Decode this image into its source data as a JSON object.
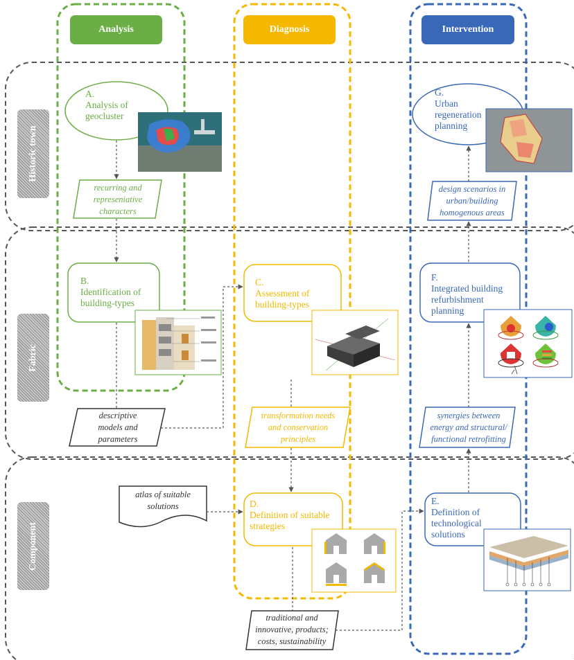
{
  "columns": {
    "analysis": {
      "label": "Analysis",
      "color": "#6aae45"
    },
    "diagnosis": {
      "label": "Diagnosis",
      "color": "#f5b800"
    },
    "intervention": {
      "label": "Intervention",
      "color": "#3a68b8"
    }
  },
  "rows": {
    "historic_town": "Historic town",
    "fabric": "Fabric",
    "component": "Component"
  },
  "nodes": {
    "a": {
      "letter": "A.",
      "title_l1": "Analysis of",
      "title_l2": "geocluster"
    },
    "b": {
      "letter": "B.",
      "title_l1": "Identification of",
      "title_l2": "building-types"
    },
    "c": {
      "letter": "C.",
      "title_l1": "Assessment of",
      "title_l2": "building-types"
    },
    "d": {
      "letter": "D.",
      "title_l1": "Definition of suitable",
      "title_l2": "strategies"
    },
    "e": {
      "letter": "E.",
      "title_l1": "Definition of",
      "title_l2": "technological",
      "title_l3": "solutions"
    },
    "f": {
      "letter": "F.",
      "title_l1": "Integrated building",
      "title_l2": "refurbishment",
      "title_l3": "planning"
    },
    "g": {
      "letter": "G.",
      "title_l1": "Urban",
      "title_l2": "regeneration",
      "title_l3": "planning"
    }
  },
  "notes": {
    "recurring": {
      "l1": "recurring and",
      "l2": "represeniative",
      "l3": "characters"
    },
    "descriptive": {
      "l1": "descriptive",
      "l2": "models and",
      "l3": "parameters"
    },
    "transformation": {
      "l1": "transformation needs",
      "l2": "and conservation",
      "l3": "principles"
    },
    "atlas": {
      "l1": "atlas of suitable",
      "l2": "solutions"
    },
    "traditional": {
      "l1": "traditional and",
      "l2": "innovative, products;",
      "l3": "costs, sustainability"
    },
    "synergies": {
      "l1": "synergies between",
      "l2": "energy and structural/",
      "l3": "functional retrofitting"
    },
    "design": {
      "l1": "design scenarios in",
      "l2": "urban/building",
      "l3": "homogenous areas"
    }
  },
  "colors": {
    "row_border": "#555555",
    "connector": "#555555",
    "image_border_green": "#6aae45",
    "image_border_yellow": "#f5b800",
    "image_border_blue": "#3a68b8"
  },
  "illustrations": {
    "geocluster_map": "aerial-map-image",
    "building_type_section": "building-section-image",
    "building_3d_model": "3d-building-image",
    "strategies_icons": "house-icons-image",
    "technological_layers": "wall-layers-image",
    "refurbishment_icons": "refurbishment-house-icons",
    "urban_regeneration_map": "urban-map-image"
  }
}
